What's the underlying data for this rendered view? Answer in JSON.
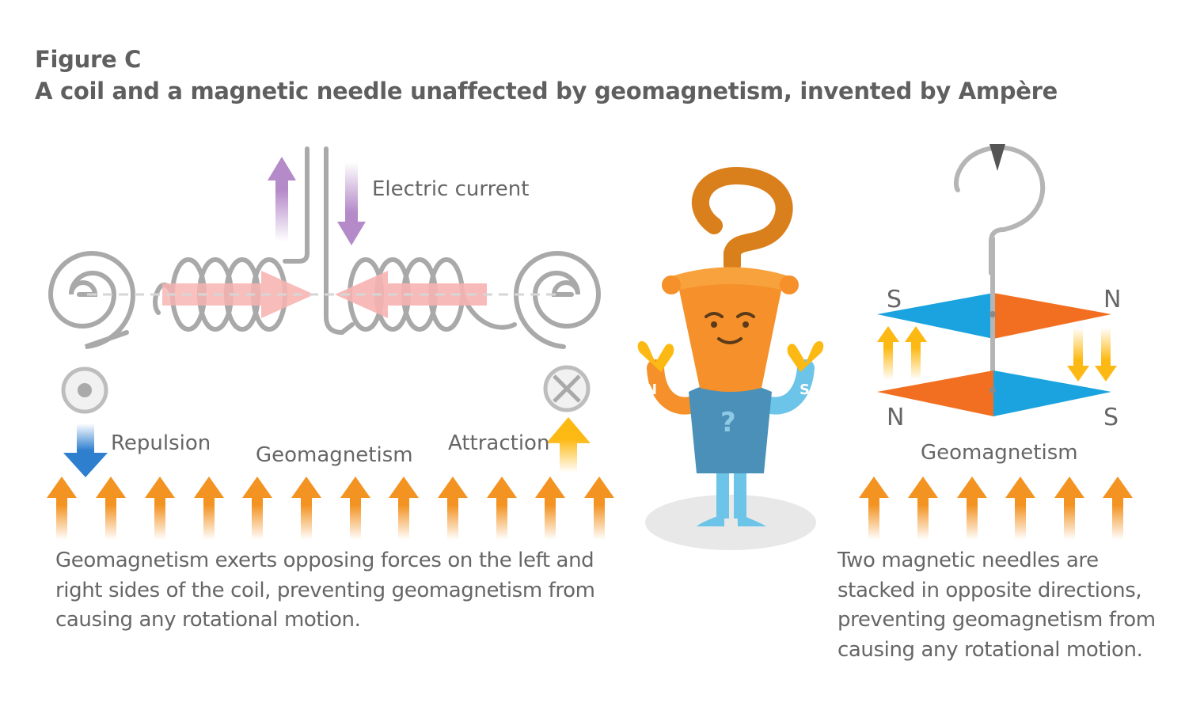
{
  "figure_label": "Figure C",
  "figure_title": "A coil and a magnetic needle unaffected by geomagnetism, invented by Ampère",
  "labels": {
    "electric_current": "Electric current",
    "repulsion": "Repulsion",
    "attraction": "Attraction",
    "geomagnetism_left": "Geomagnetism",
    "geomagnetism_right": "Geomagnetism",
    "pole_top_left": "S",
    "pole_top_right": "N",
    "pole_bottom_left": "N",
    "pole_bottom_right": "S",
    "mascot_left_hand": "N",
    "mascot_right_hand": "S"
  },
  "captions": {
    "left": [
      "Geomagnetism exerts opposing forces on the left and",
      "right sides of the coil, preventing geomagnetism from",
      "causing any rotational motion."
    ],
    "right": [
      "Two magnetic needles are",
      "stacked in opposite directions,",
      "preventing geomagnetism from",
      "causing any rotational motion."
    ]
  },
  "colors": {
    "title": "#5f5f5f",
    "text": "#666666",
    "coil": "#a9a9a9",
    "current_arrow": "#b58ac9",
    "field_arrow": "#f7b3b0",
    "geomagnetism_arrow": "#f39322",
    "repulsion_arrow": "#2f7fcf",
    "attraction_arrow": "#fdb913",
    "needle_blue": "#1aa3de",
    "needle_orange": "#f26f21",
    "mascot_orange": "#f5902a",
    "mascot_shirt": "#4a90b8",
    "mascot_blue": "#6cc4e8"
  },
  "icons": {
    "dot_symbol": "current-out-of-page-icon",
    "cross_symbol": "current-into-page-icon",
    "mascot": "question-mascot-icon"
  }
}
